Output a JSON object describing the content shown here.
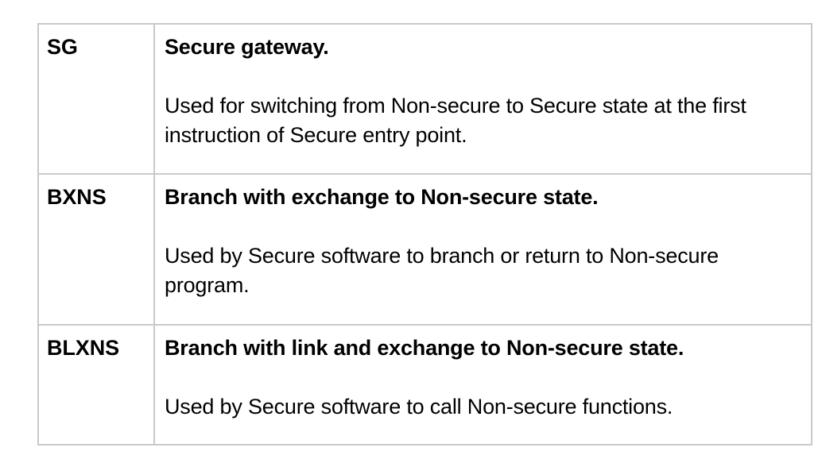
{
  "document": {
    "background_color": "#ffffff",
    "text_color": "#000000",
    "border_color": "#c9c9c9"
  },
  "table": {
    "name": "armv8m-security-instructions-table",
    "columns": [
      {
        "key": "mnemonic",
        "header": ""
      },
      {
        "key": "description",
        "header": ""
      }
    ],
    "rows": [
      {
        "mnemonic": "SG",
        "title": "Secure gateway.",
        "body": "Used for switching from Non-secure to Secure state at the first instruction of Secure entry point."
      },
      {
        "mnemonic": "BXNS",
        "title": "Branch with exchange to Non-secure state.",
        "body": "Used by Secure software to branch or return to Non-secure program."
      },
      {
        "mnemonic": "BLXNS",
        "title": "Branch with link and exchange to Non-secure state.",
        "body": "Used by Secure software to call Non-secure functions."
      }
    ]
  }
}
